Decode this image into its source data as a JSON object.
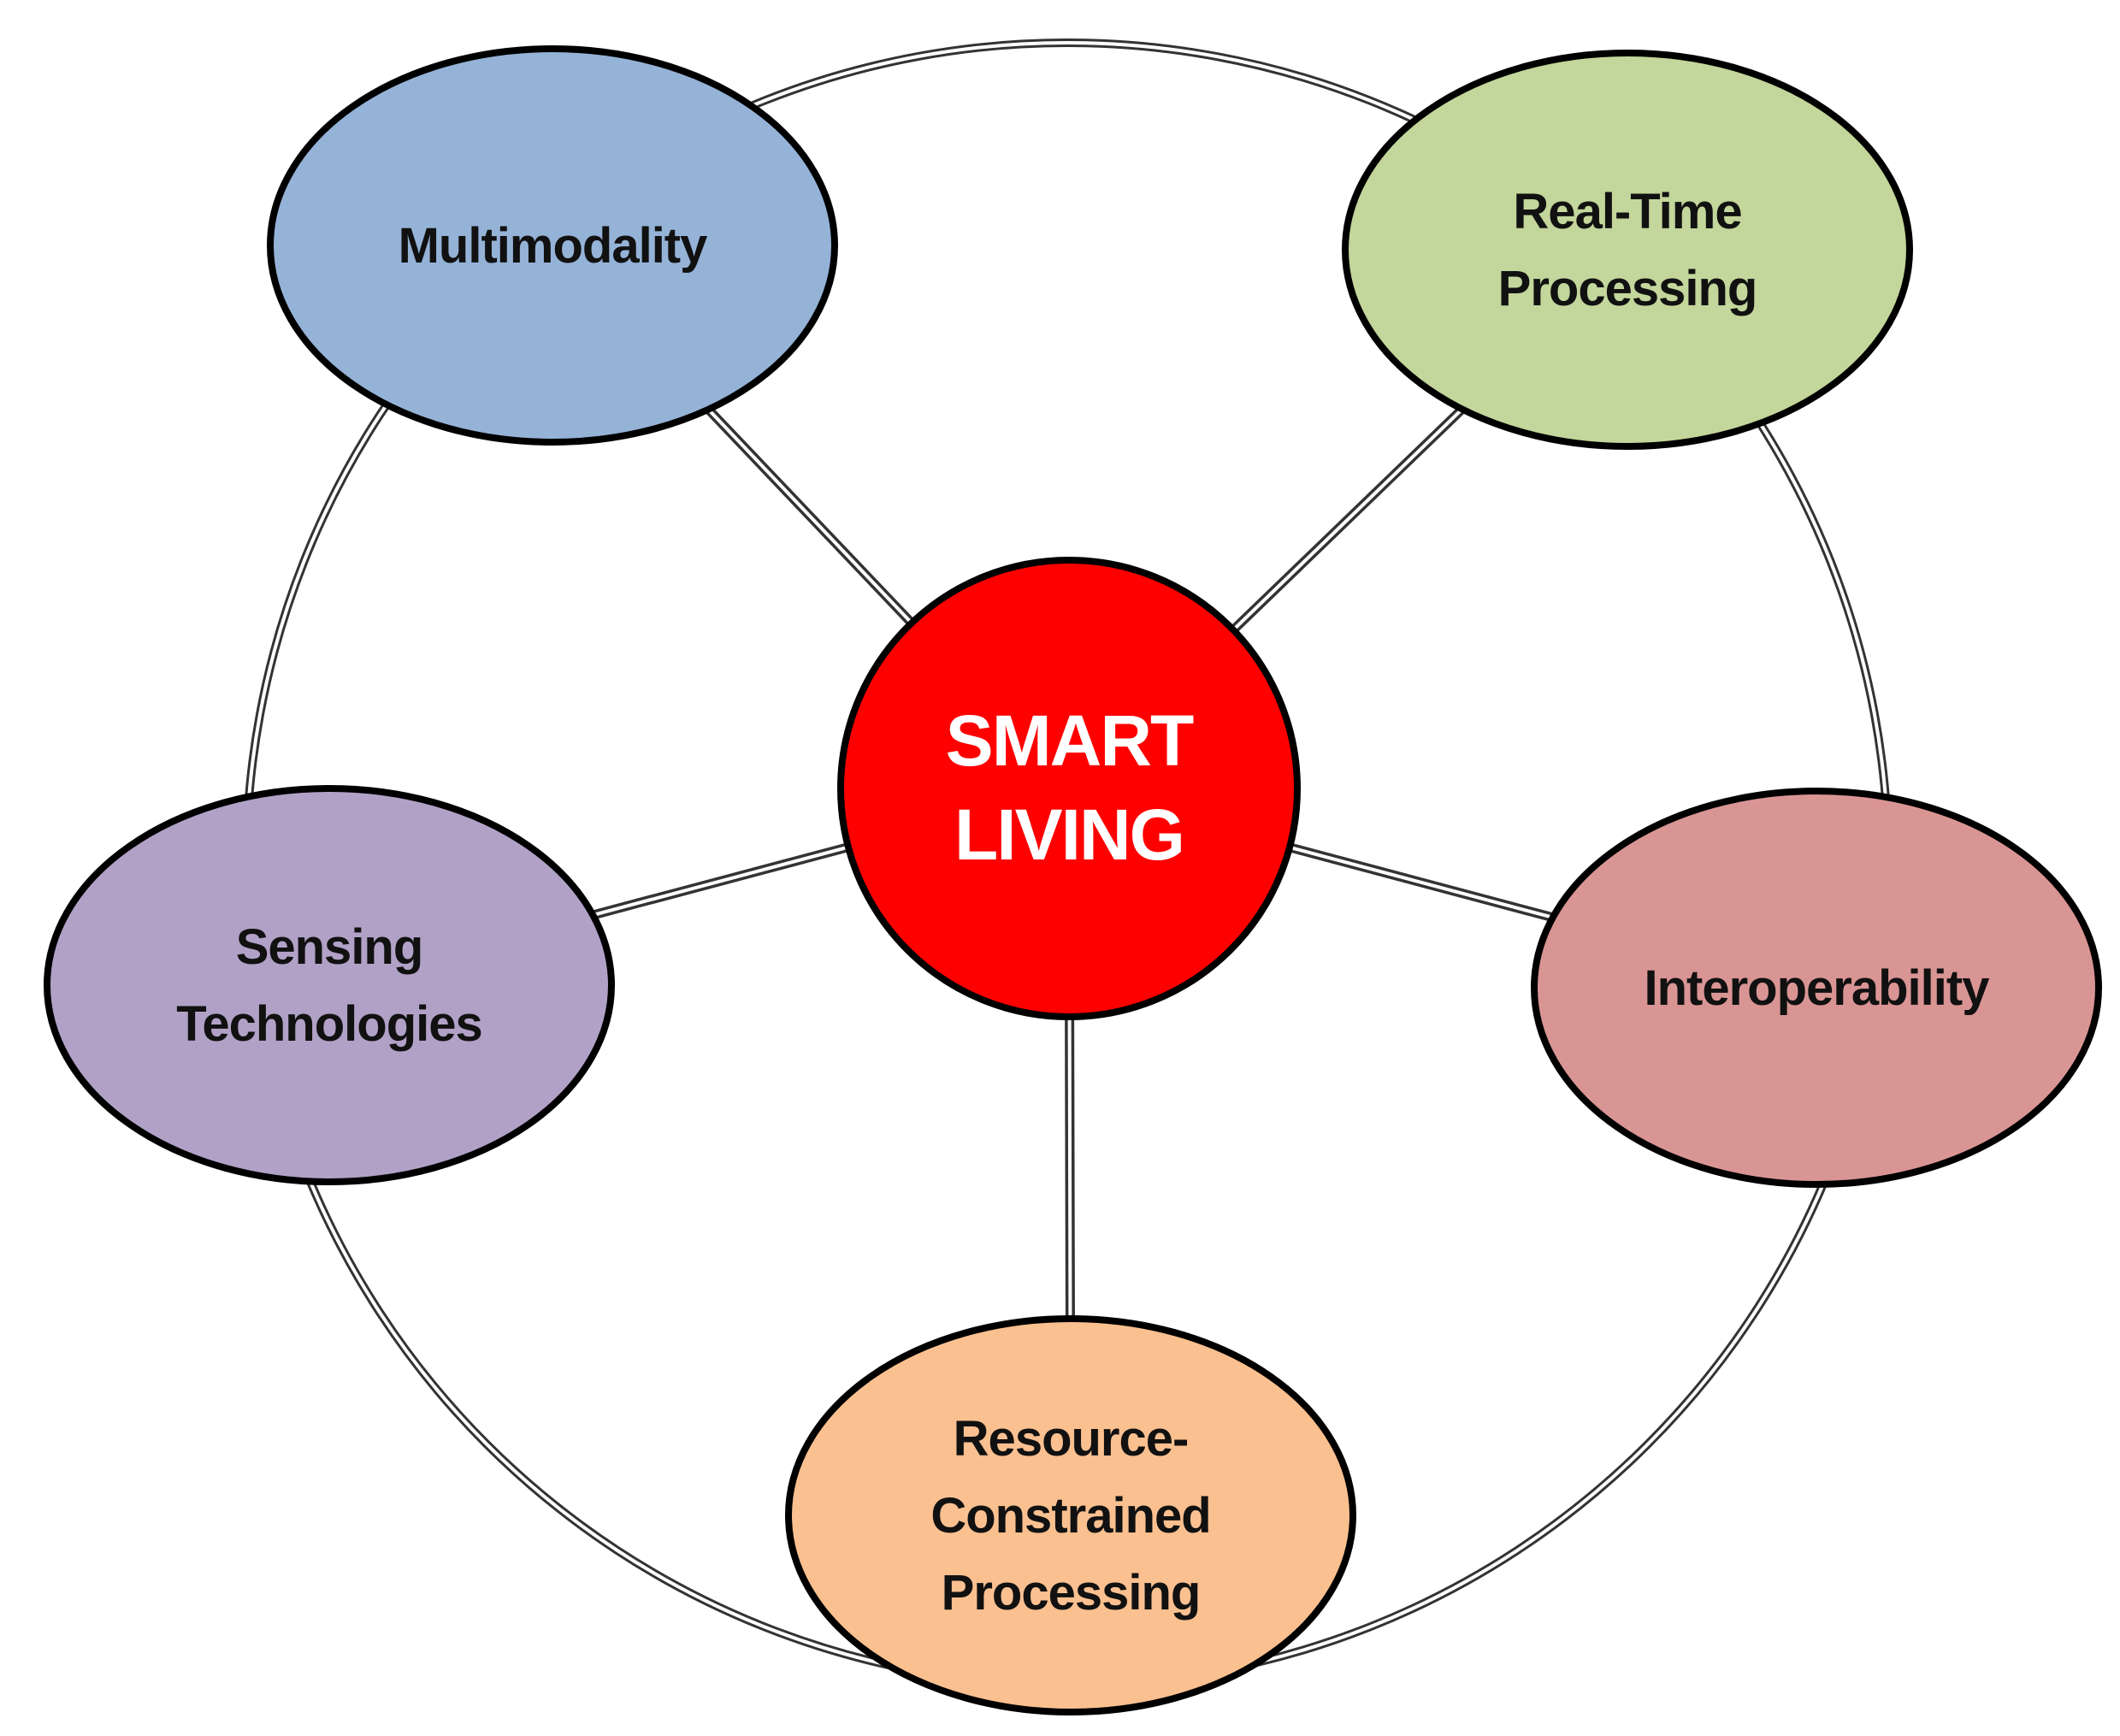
{
  "center": {
    "lines": [
      "SMART",
      "LIVING"
    ],
    "color": "#fe0000",
    "text_color": "#ffffff"
  },
  "nodes": [
    {
      "id": "multimodality",
      "lines": [
        "Multimodality"
      ],
      "color": "#95b3d7"
    },
    {
      "id": "real-time-processing",
      "lines": [
        "Real-Time",
        "Processing"
      ],
      "color": "#c3d69b"
    },
    {
      "id": "interoperability",
      "lines": [
        "Interoperability"
      ],
      "color": "#d99594"
    },
    {
      "id": "resource-constrained-processing",
      "lines": [
        "Resource-",
        "Constrained",
        "Processing"
      ],
      "color": "#fac090"
    },
    {
      "id": "sensing-technologies",
      "lines": [
        "Sensing",
        "Technologies"
      ],
      "color": "#b2a1c7"
    }
  ],
  "colors": {
    "outline": "#000000",
    "connector": "#333333",
    "background": "#ffffff"
  }
}
